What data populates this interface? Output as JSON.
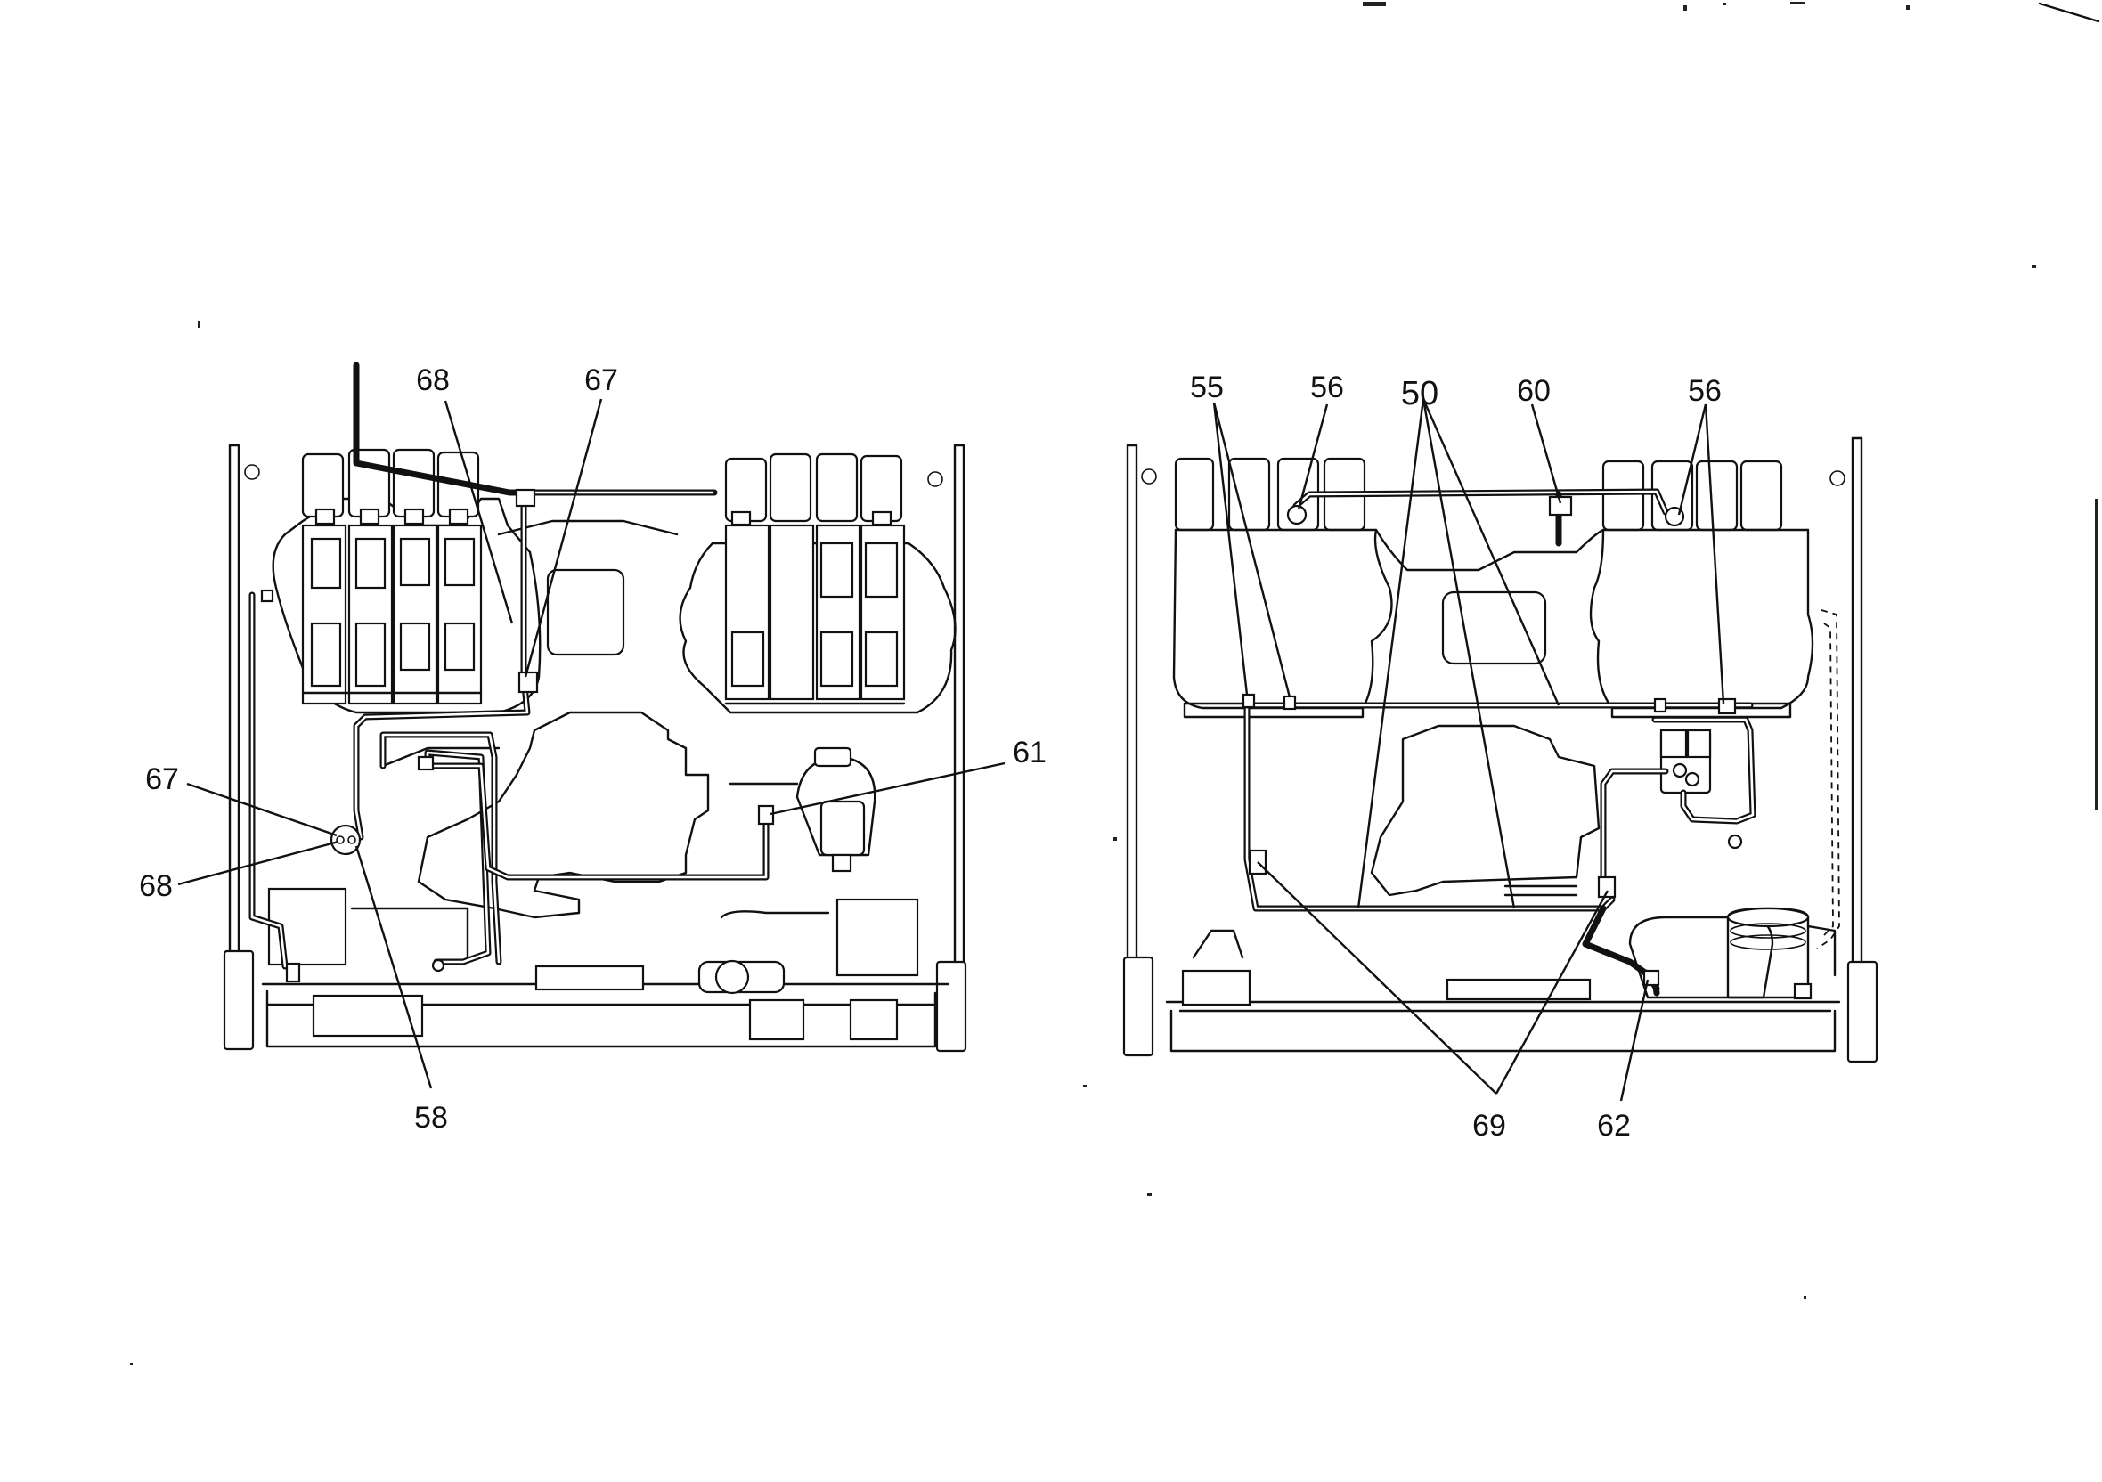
{
  "figure": {
    "left_view": {
      "callouts": {
        "c68_top": "68",
        "c67_top": "67",
        "c61": "61",
        "c67_left": "67",
        "c68_left": "68",
        "c58": "58"
      }
    },
    "right_view": {
      "callouts": {
        "c55": "55",
        "c56_left": "56",
        "c50": "50",
        "c60": "60",
        "c56_right": "56",
        "c69": "69",
        "c62": "62"
      }
    }
  }
}
